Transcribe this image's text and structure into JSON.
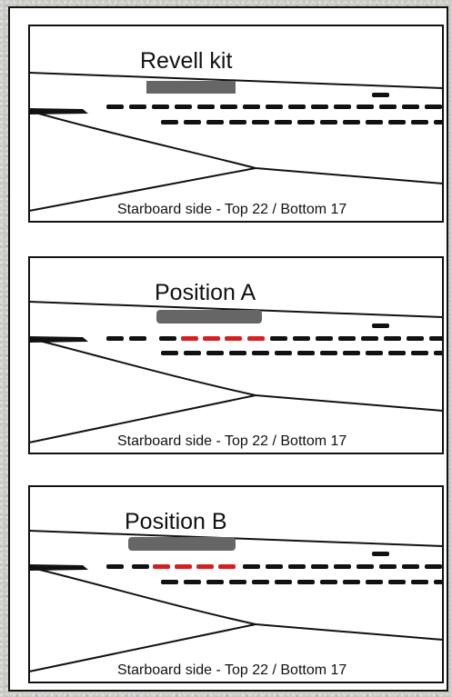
{
  "panels": [
    {
      "title": "Revell kit",
      "caption": "Starboard side - Top 22 / Bottom 17",
      "highlight": [],
      "colors": {
        "normal": "#111111",
        "highlight": "#d42020",
        "marker": "#666666"
      }
    },
    {
      "title": "Position A",
      "caption": "Starboard side - Top 22 / Bottom 17",
      "highlight": [
        "top-3",
        "top-4",
        "top-5",
        "top-6"
      ],
      "colors": {
        "normal": "#111111",
        "highlight": "#d42020",
        "marker": "#666666"
      }
    },
    {
      "title": "Position B",
      "caption": "Starboard side - Top 22 / Bottom 17",
      "highlight": [
        "top-2",
        "top-3",
        "top-4",
        "top-5"
      ],
      "colors": {
        "normal": "#111111",
        "highlight": "#d42020",
        "marker": "#666666"
      }
    }
  ]
}
